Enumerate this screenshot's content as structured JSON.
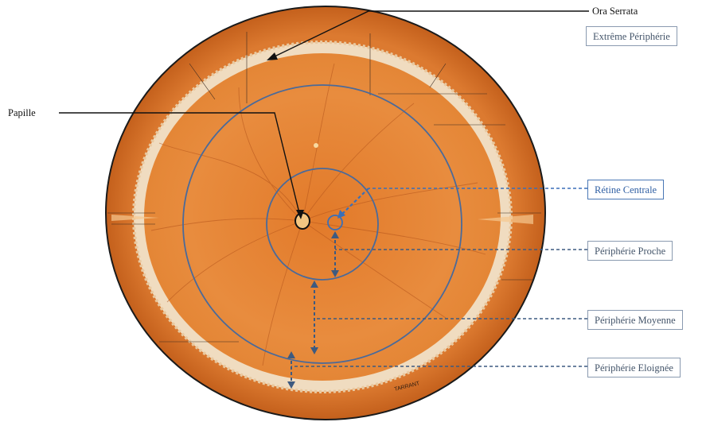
{
  "labels": {
    "ora_serrata": "Ora Serrata",
    "extreme_peripherie": "Extrême Périphérie",
    "papille": "Papille",
    "retine_centrale": "Rétine Centrale",
    "peripherie_proche": "Périphérie Proche",
    "peripherie_moyenne": "Périphérie Moyenne",
    "peripherie_eloignee": "Périphérie Eloignée"
  },
  "signature": "TARRANT",
  "colors": {
    "fundus": "#e8893a",
    "fundus_center": "#e27a2a",
    "peripheral_rim": "#d06a22",
    "ora_band": "#f0dcc0",
    "zone_circle": "#4a6a9a",
    "leader_dashed": "#3d5a80",
    "central_accent": "#3a6fb8"
  }
}
